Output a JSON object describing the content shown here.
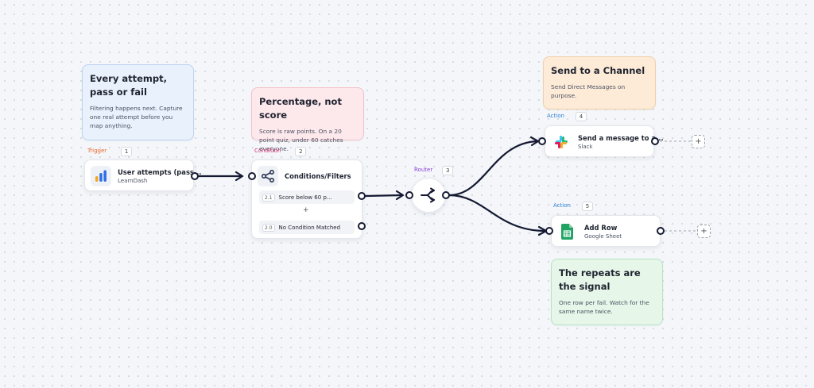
{
  "notes": {
    "trigger_note": {
      "title": "Every attempt, pass or fail",
      "body": "Filtering happens next. Capture one real attempt before you map anything."
    },
    "condition_note": {
      "title": "Percentage, not score",
      "body": "Score is raw points. On a 20 point quiz, under 60 catches everyone."
    },
    "channel_note": {
      "title": "Send to a Channel",
      "body": "Send Direct Messages on purpose."
    },
    "repeats_note": {
      "title": "The repeats are the signal",
      "body": "One row per fail. Watch for the same name twice."
    }
  },
  "nodes": {
    "trigger": {
      "tag": "Trigger",
      "step": "1",
      "title": "User attempts (pass...",
      "app": "LearnDash",
      "icon": "learndash-bars-icon"
    },
    "condition": {
      "tag": "Condition",
      "step": "2",
      "title": "Conditions/Filters",
      "icon": "branch-filter-icon",
      "items": [
        {
          "num": "2.1",
          "label": "Score below 60 p..."
        },
        {
          "num": "2.0",
          "label": "No Condition Matched"
        }
      ],
      "add_symbol": "+"
    },
    "router": {
      "tag": "Router",
      "step": "3",
      "icon": "router-split-icon"
    },
    "slack": {
      "tag": "Action",
      "step": "4",
      "title": "Send a message to a...",
      "app": "Slack",
      "icon": "slack-icon"
    },
    "sheet": {
      "tag": "Action",
      "step": "5",
      "title": "Add Row",
      "app": "Google Sheet",
      "icon": "google-sheet-icon"
    }
  },
  "add_step_symbol": "+",
  "colors": {
    "trigger_tag": "#e8692c",
    "condition_tag": "#d63a7c",
    "router_tag": "#8a44d6",
    "action_tag": "#2f7fd6",
    "connector": "#141a33",
    "note_blue": "#e8f1fc",
    "note_pink": "#fde8ec",
    "note_orange": "#fdebd8",
    "note_green": "#e6f6e9"
  }
}
